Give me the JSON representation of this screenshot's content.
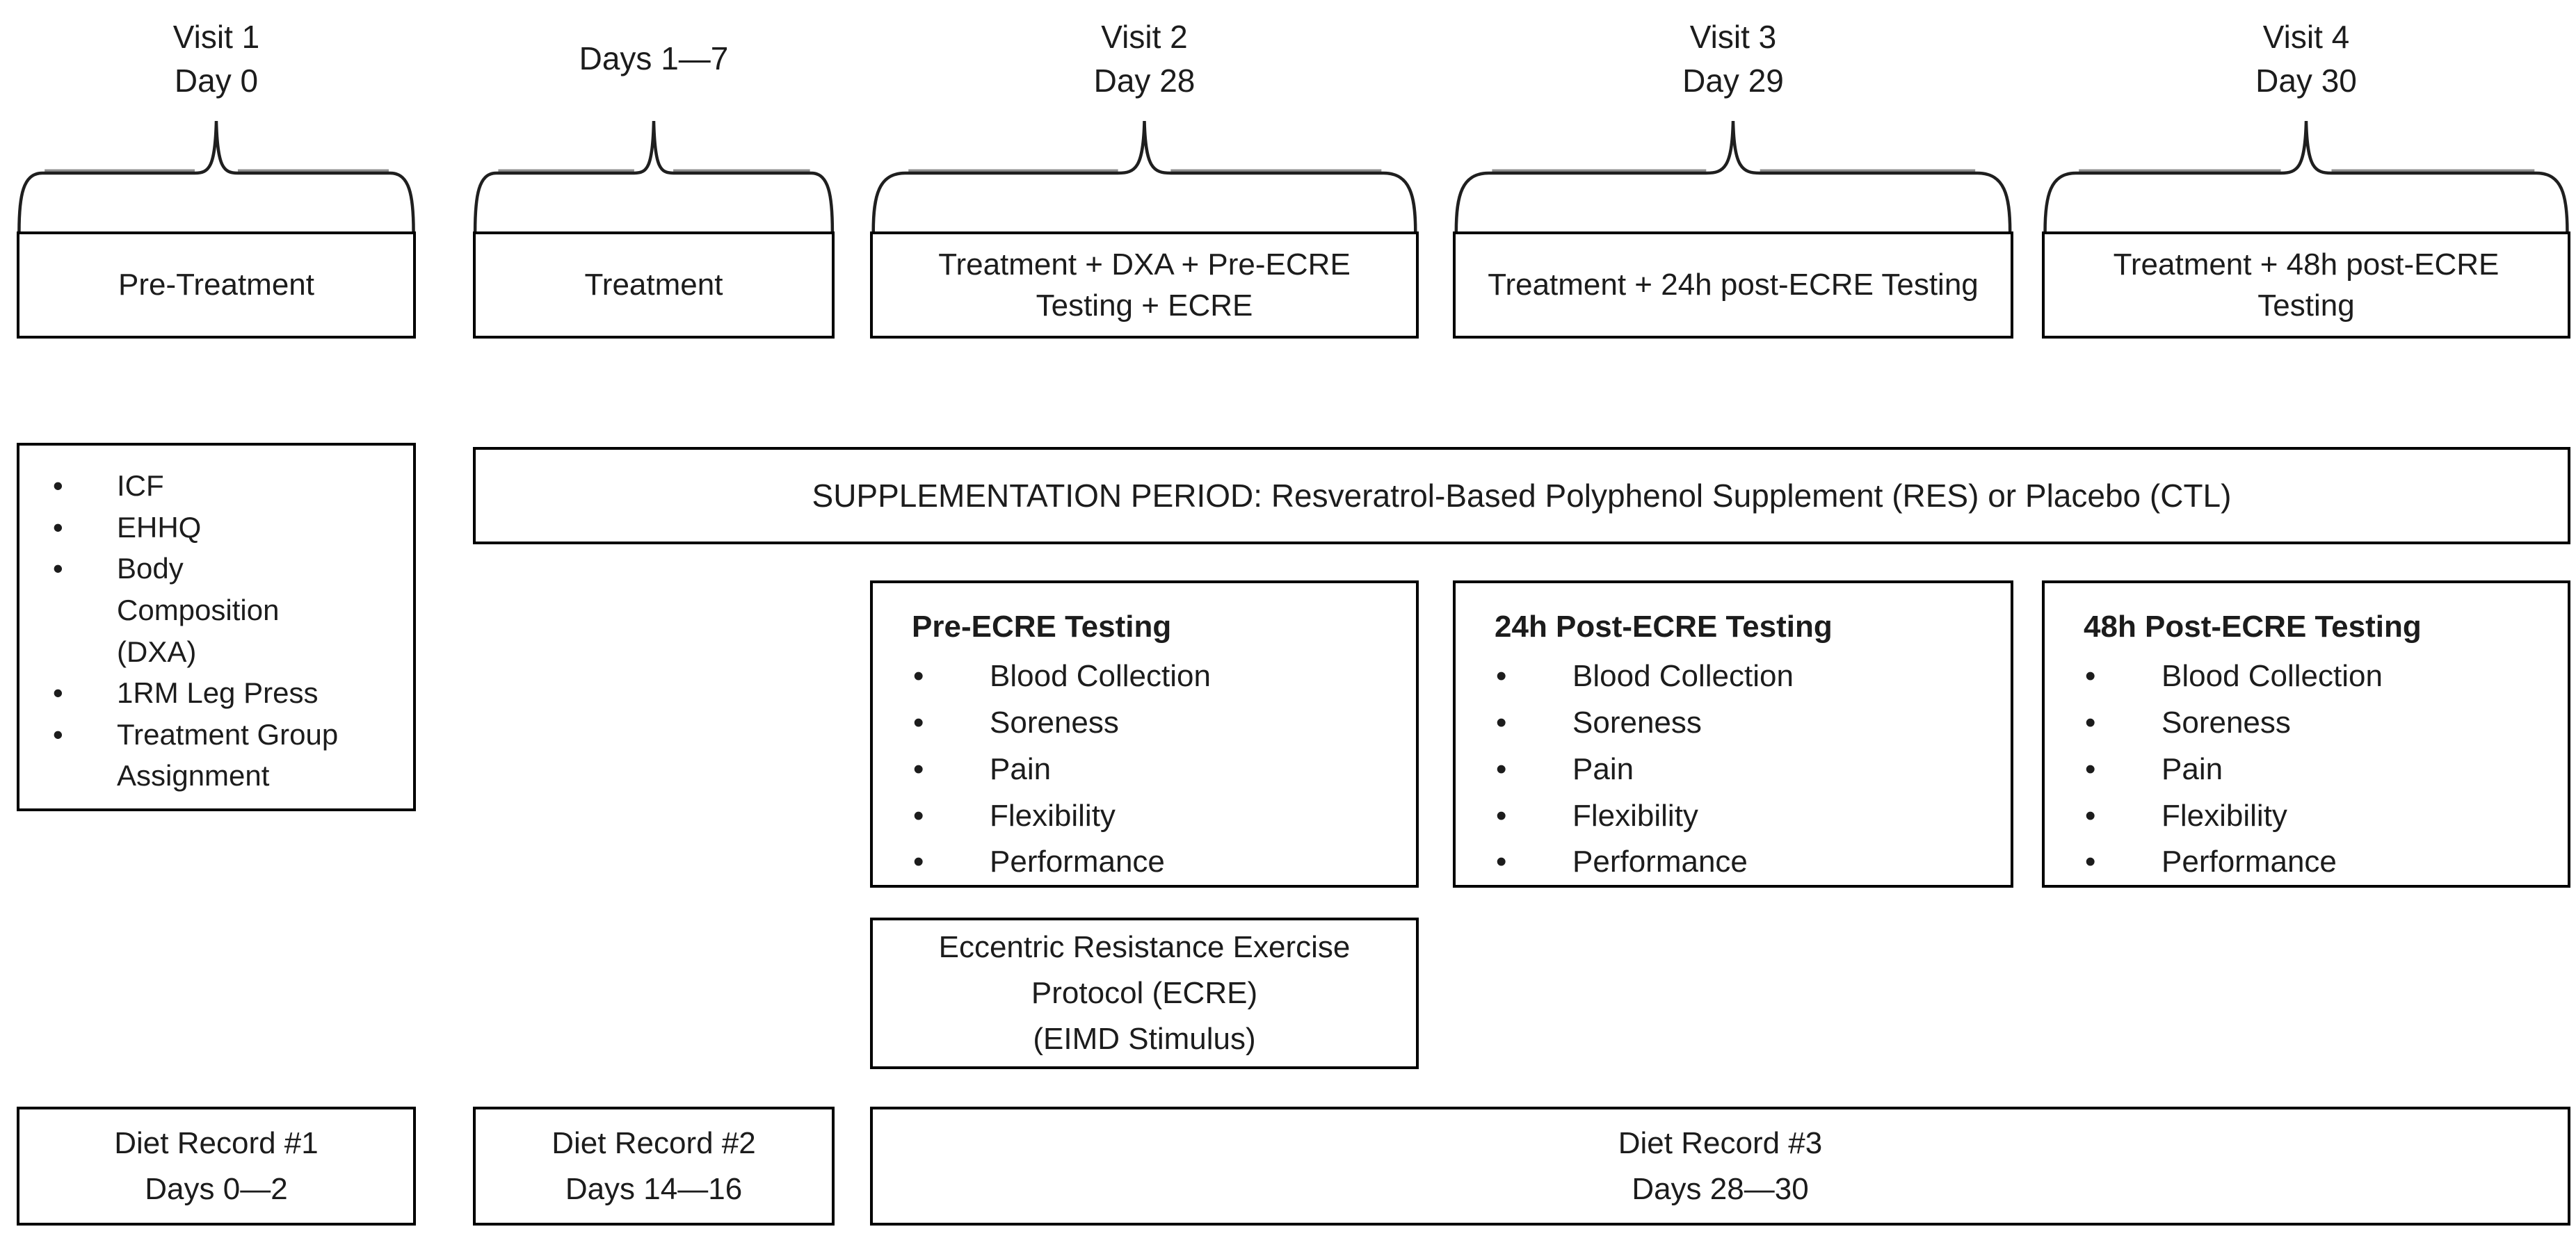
{
  "figure": {
    "background_color": "#ffffff",
    "line_color": "#000000",
    "brace_gray_color": "#8f8f8f"
  },
  "glyphs": {
    "bullet": "•"
  },
  "visits": [
    {
      "label_lines": [
        "Visit 1",
        "Day 0"
      ],
      "box_label": "Pre-Treatment"
    },
    {
      "label_lines": [
        "Days 1—7"
      ],
      "box_label": "Treatment"
    },
    {
      "label_lines": [
        "Visit 2",
        "Day 28"
      ],
      "box_label": "Treatment + DXA + Pre-ECRE Testing + ECRE"
    },
    {
      "label_lines": [
        "Visit 3",
        "Day 29"
      ],
      "box_label": "Treatment + 24h post-ECRE Testing"
    },
    {
      "label_lines": [
        "Visit 4",
        "Day 30"
      ],
      "box_label": "Treatment + 48h post-ECRE Testing"
    }
  ],
  "screening_box": {
    "items": [
      "ICF",
      "EHHQ",
      "Body Composition (DXA)",
      "1RM Leg Press",
      "Treatment Group Assignment"
    ]
  },
  "supplementation_banner": {
    "text": "SUPPLEMENTATION PERIOD: Resveratrol-Based Polyphenol Supplement (RES) or Placebo (CTL)"
  },
  "testing_boxes": [
    {
      "title": "Pre-ECRE Testing",
      "items": [
        "Blood Collection",
        "Soreness",
        "Pain",
        "Flexibility",
        "Performance"
      ]
    },
    {
      "title": "24h Post-ECRE Testing",
      "items": [
        "Blood Collection",
        "Soreness",
        "Pain",
        "Flexibility",
        "Performance"
      ]
    },
    {
      "title": "48h Post-ECRE Testing",
      "items": [
        "Blood Collection",
        "Soreness",
        "Pain",
        "Flexibility",
        "Performance"
      ]
    }
  ],
  "ecre_box": {
    "lines": [
      "Eccentric Resistance Exercise",
      "Protocol (ECRE)",
      "(EIMD Stimulus)"
    ]
  },
  "diet_records": [
    {
      "title": "Diet Record #1",
      "days": "Days 0—2"
    },
    {
      "title": "Diet Record #2",
      "days": "Days 14—16"
    },
    {
      "title": "Diet Record #3",
      "days": "Days 28—30"
    }
  ]
}
